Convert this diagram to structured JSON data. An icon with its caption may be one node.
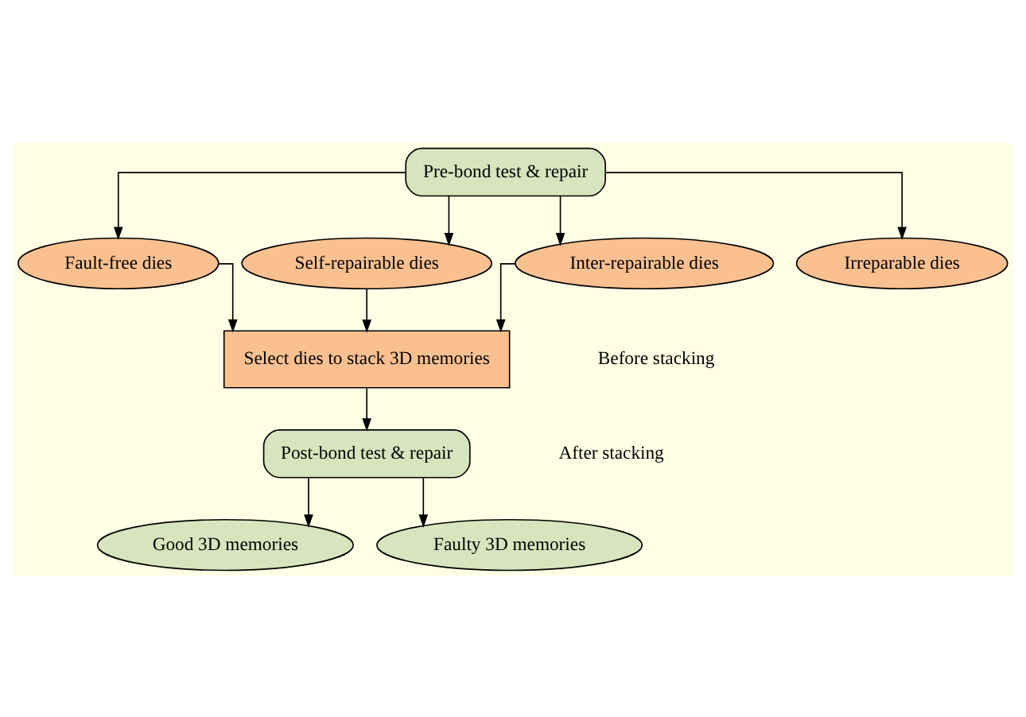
{
  "diagram": {
    "nodes": [
      {
        "text": [
          "Pre-bond test & repair"
        ]
      },
      {
        "text": [
          "Fault-free dies"
        ]
      },
      {
        "text": [
          "Self-repairable dies"
        ]
      },
      {
        "text": [
          "Inter-repairable dies"
        ]
      },
      {
        "text": [
          "Irreparable dies"
        ]
      },
      {
        "text": [
          "Select dies to stack 3D memories"
        ]
      },
      {
        "text": [
          "Post-bond test & repair"
        ]
      },
      {
        "text": [
          "Good 3D memories"
        ]
      },
      {
        "text": [
          "Faulty 3D memories"
        ]
      }
    ],
    "edges": [
      {
        "from": 0,
        "to": 1,
        "arrow": "to"
      },
      {
        "from": 0,
        "to": 2,
        "arrow": "to"
      },
      {
        "from": 0,
        "to": 3,
        "arrow": "to"
      },
      {
        "from": 0,
        "to": 4,
        "arrow": "to"
      },
      {
        "from": 1,
        "to": 5,
        "arrow": "to"
      },
      {
        "from": 2,
        "to": 5,
        "arrow": "to"
      },
      {
        "from": 3,
        "to": 5,
        "arrow": "to"
      },
      {
        "from": 5,
        "to": 6,
        "arrow": "to"
      },
      {
        "from": 6,
        "to": 7,
        "arrow": "to"
      },
      {
        "from": 6,
        "to": 8,
        "arrow": "to"
      }
    ],
    "labels": [
      "Before stacking",
      "After stacking"
    ]
  }
}
